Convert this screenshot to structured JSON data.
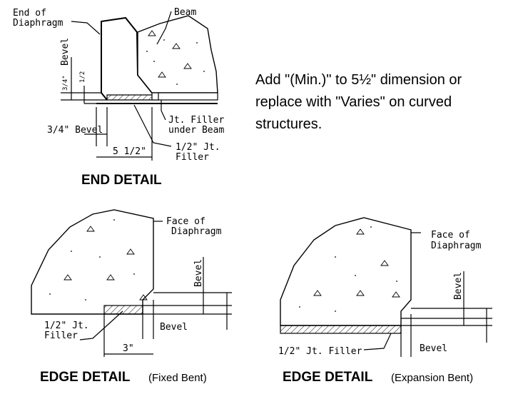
{
  "note": {
    "lines": [
      "Add \"(Min.)\" to 5½\" dimension or",
      "replace with \"Varies\" on curved",
      "structures."
    ]
  },
  "end_detail": {
    "caption": "END DETAIL",
    "end_of_diaphragm": [
      "End of",
      "Diaphragm"
    ],
    "beam": "Beam",
    "bevel_vertical": "Bevel",
    "frac_34": "3/4\"",
    "frac_12": "1/2",
    "bevel_34": "3/4\" Bevel",
    "jt_filler_under_beam": [
      "Jt. Filler",
      "under Beam"
    ],
    "dim_5half": "5 1/2\"",
    "half_inch_filler": [
      "1/2\" Jt.",
      "Filler"
    ]
  },
  "edge_fixed": {
    "caption_bold": "EDGE DETAIL",
    "caption_sub": "(Fixed Bent)",
    "face_of_diaphragm": [
      "Face of",
      "Diaphragm"
    ],
    "bevel": "Bevel",
    "jt_filler": [
      "1/2\" Jt.",
      "Filler"
    ],
    "bevel_34": "Bevel",
    "dim_3": "3\""
  },
  "edge_expansion": {
    "caption_bold": "EDGE DETAIL",
    "caption_sub": "(Expansion Bent)",
    "face_of_diaphragm": [
      "Face of",
      "Diaphragm"
    ],
    "bevel": "Bevel",
    "jt_filler": "1/2\" Jt. Filler",
    "bevel_34": "Bevel"
  }
}
